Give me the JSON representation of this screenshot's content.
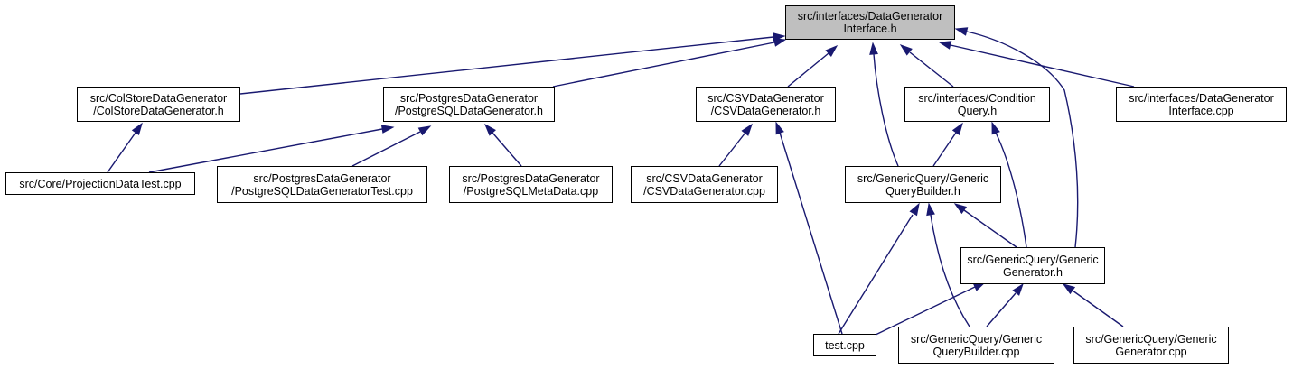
{
  "colors": {
    "edge": "#191970",
    "root_fill": "#bfbfbf",
    "node_fill": "#ffffff",
    "border": "#000000"
  },
  "nodes": {
    "root": [
      "src/interfaces/DataGenerator",
      "Interface.h"
    ],
    "colstore_h": [
      "src/ColStoreDataGenerator",
      "/ColStoreDataGenerator.h"
    ],
    "postgres_h": [
      "src/PostgresDataGenerator",
      "/PostgreSQLDataGenerator.h"
    ],
    "csv_h": [
      "src/CSVDataGenerator",
      "/CSVDataGenerator.h"
    ],
    "condition_h": [
      "src/interfaces/Condition",
      "Query.h"
    ],
    "interface_cpp": [
      "src/interfaces/DataGenerator",
      "Interface.cpp"
    ],
    "projection_cpp": [
      "src/Core/ProjectionDataTest.cpp"
    ],
    "postgres_test_cpp": [
      "src/PostgresDataGenerator",
      "/PostgreSQLDataGeneratorTest.cpp"
    ],
    "postgres_meta_cpp": [
      "src/PostgresDataGenerator",
      "/PostgreSQLMetaData.cpp"
    ],
    "csv_cpp": [
      "src/CSVDataGenerator",
      "/CSVDataGenerator.cpp"
    ],
    "qb_h": [
      "src/GenericQuery/Generic",
      "QueryBuilder.h"
    ],
    "gen_h": [
      "src/GenericQuery/Generic",
      "Generator.h"
    ],
    "test_cpp": [
      "test.cpp"
    ],
    "qb_cpp": [
      "src/GenericQuery/Generic",
      "QueryBuilder.cpp"
    ],
    "gen_cpp": [
      "src/GenericQuery/Generic",
      "Generator.cpp"
    ]
  },
  "edges": [
    {
      "from": "colstore_h",
      "to": "root"
    },
    {
      "from": "postgres_h",
      "to": "root"
    },
    {
      "from": "csv_h",
      "to": "root"
    },
    {
      "from": "qb_h",
      "to": "root"
    },
    {
      "from": "condition_h",
      "to": "root"
    },
    {
      "from": "gen_h",
      "to": "root"
    },
    {
      "from": "interface_cpp",
      "to": "root"
    },
    {
      "from": "projection_cpp",
      "to": "colstore_h"
    },
    {
      "from": "projection_cpp",
      "to": "postgres_h"
    },
    {
      "from": "postgres_test_cpp",
      "to": "postgres_h"
    },
    {
      "from": "postgres_meta_cpp",
      "to": "postgres_h"
    },
    {
      "from": "csv_cpp",
      "to": "csv_h"
    },
    {
      "from": "test_cpp",
      "to": "csv_h"
    },
    {
      "from": "qb_h",
      "to": "condition_h"
    },
    {
      "from": "gen_h",
      "to": "condition_h"
    },
    {
      "from": "gen_h",
      "to": "qb_h"
    },
    {
      "from": "test_cpp",
      "to": "qb_h"
    },
    {
      "from": "qb_cpp",
      "to": "qb_h"
    },
    {
      "from": "test_cpp",
      "to": "gen_h"
    },
    {
      "from": "qb_cpp",
      "to": "gen_h"
    },
    {
      "from": "gen_cpp",
      "to": "gen_h"
    }
  ]
}
